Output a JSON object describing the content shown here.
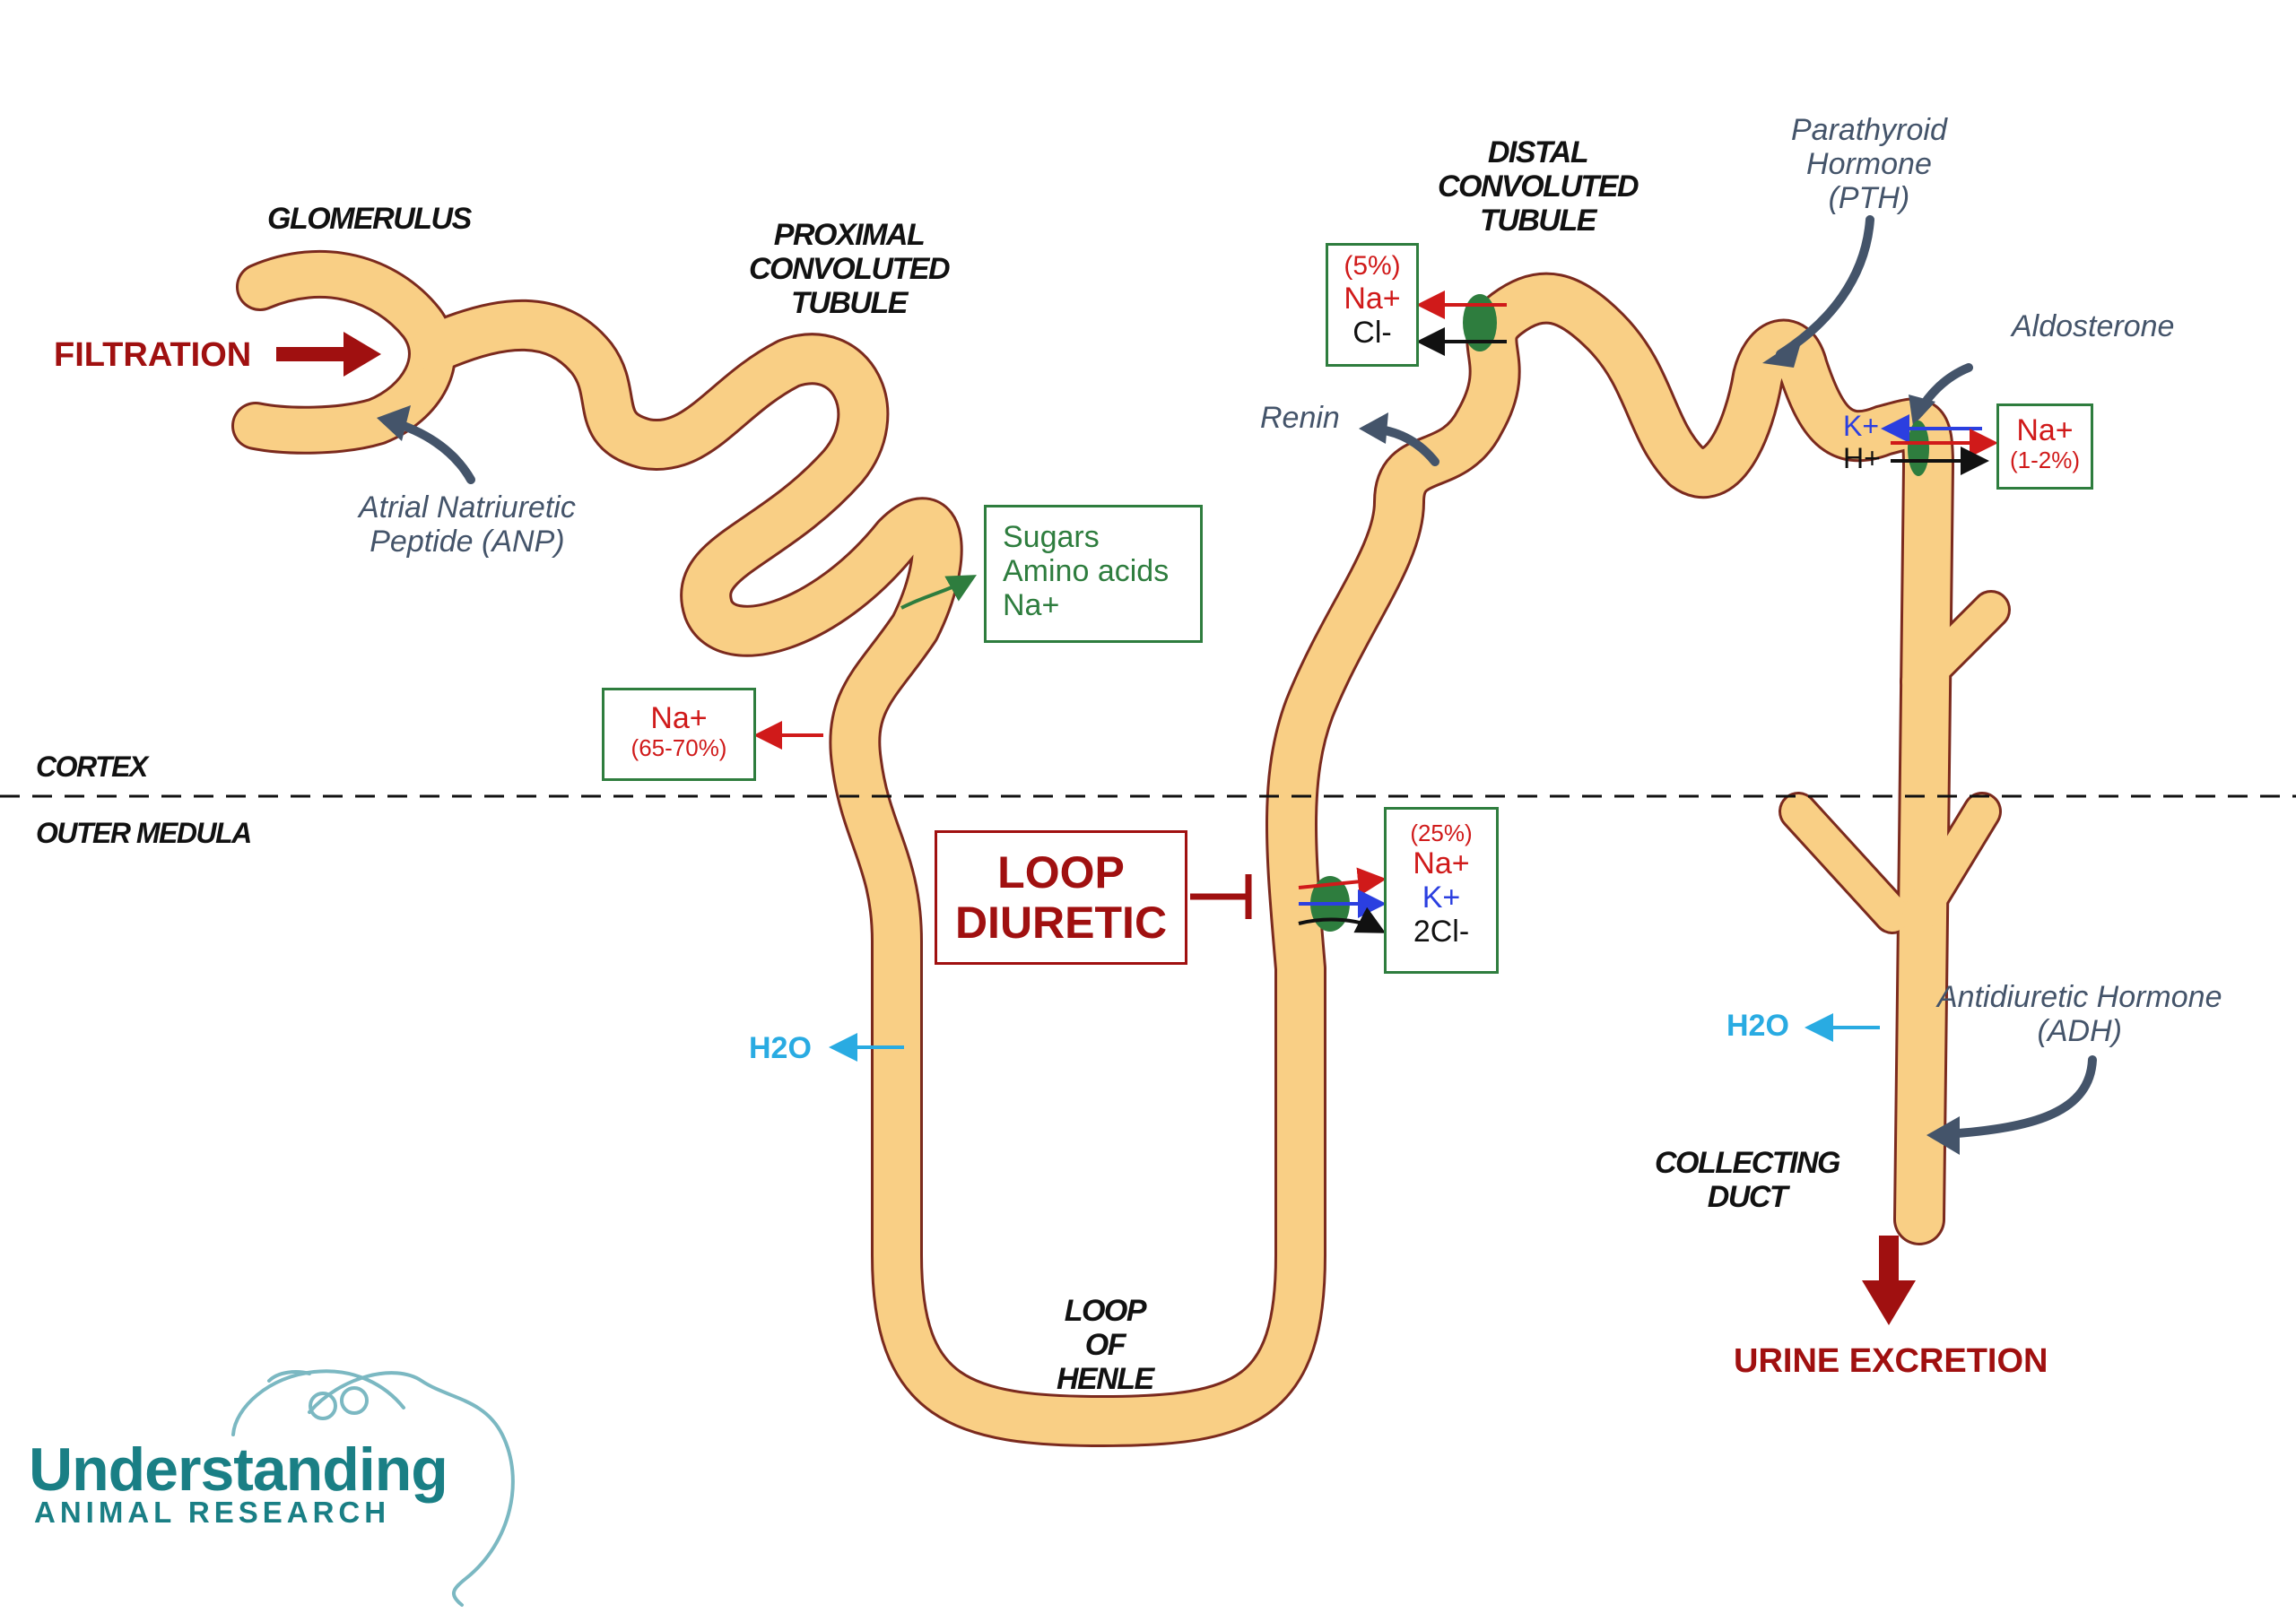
{
  "labels": {
    "glomerulus": "GLOMERULUS",
    "proximal": [
      "PROXIMAL",
      "CONVOLUTED",
      "TUBULE"
    ],
    "distal": [
      "DISTAL",
      "CONVOLUTED",
      "TUBULE"
    ],
    "loop_of_henle": [
      "LOOP",
      "OF",
      "HENLE"
    ],
    "collecting_duct": [
      "COLLECTING",
      "DUCT"
    ],
    "cortex": "CORTEX",
    "outer_medula": "OUTER MEDULA"
  },
  "process": {
    "filtration": "FILTRATION",
    "urine_excretion": "URINE EXCRETION"
  },
  "hormones": {
    "anp": [
      "Atrial Natriuretic",
      "Peptide (ANP)"
    ],
    "pth": [
      "Parathyroid",
      "Hormone",
      "(PTH)"
    ],
    "aldosterone": "Aldosterone",
    "renin": "Renin",
    "adh": [
      "Antidiuretic Hormone",
      "(ADH)"
    ]
  },
  "boxes": {
    "reabsorb": [
      "Sugars",
      "Amino acids",
      "Na+"
    ],
    "pct_na": {
      "ion": "Na+",
      "pct": "(65-70%)"
    },
    "dct": {
      "pct": "(5%)",
      "na": "Na+",
      "cl": "Cl-"
    },
    "loop_transport": {
      "pct": "(25%)",
      "na": "Na+",
      "k": "K+",
      "cl": "2Cl-"
    },
    "cd_na": {
      "ion": "Na+",
      "pct": "(1-2%)"
    },
    "cd_k": "K+",
    "cd_h": "H+"
  },
  "loop_diuretic": [
    "LOOP",
    "DIURETIC"
  ],
  "water_left": "H2O",
  "water_right": "H2O",
  "logo": {
    "wordmark": "Understanding",
    "subline": "ANIMAL RESEARCH"
  },
  "colors": {
    "tubule_fill": "#f9cf85",
    "tubule_outline": "#7b2a1e",
    "dark_red": "#a01010",
    "ion_red": "#d01a1a",
    "ion_blue": "#2b3fe0",
    "box_green": "#2e7d3e",
    "hormone_slate": "#44546a",
    "water_blue": "#29abe2",
    "logo_teal": "#1a7f85"
  }
}
